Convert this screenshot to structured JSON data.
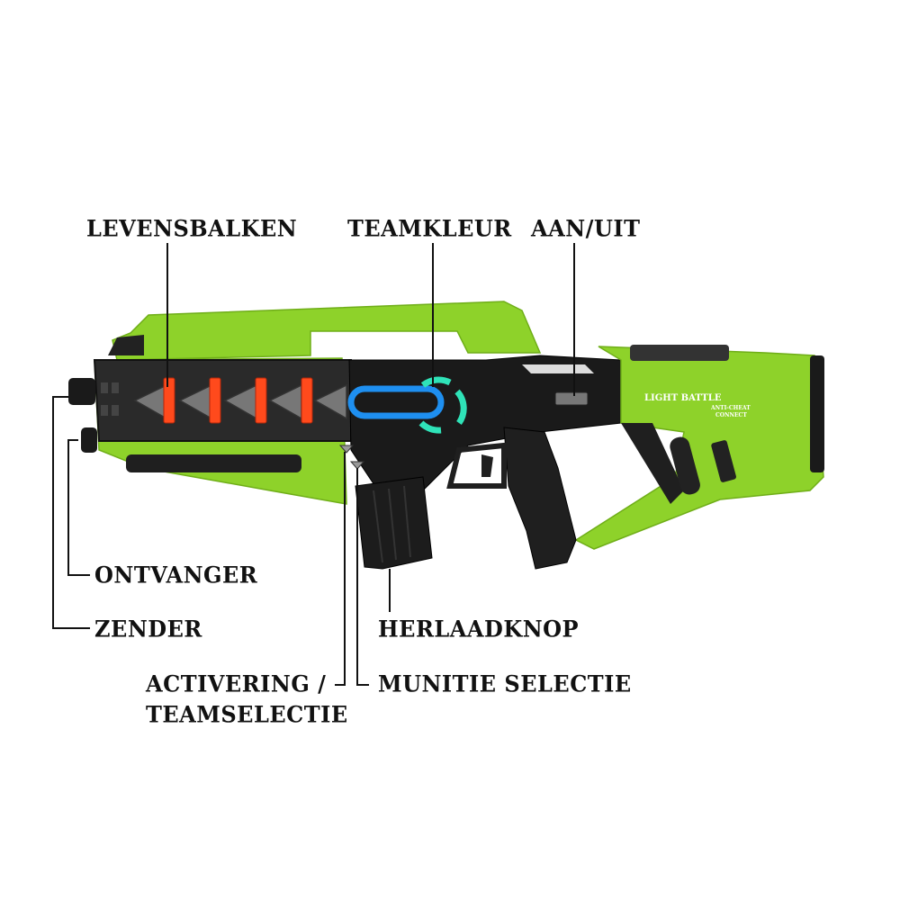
{
  "diagram": {
    "subject": "laser tag gun",
    "colors": {
      "body_green": "#8ed22a",
      "body_black": "#1a1a1a",
      "health_bar_red": "#ff4a1c",
      "team_color_blue": "#1e8ff0",
      "team_ring_teal": "#2fe3b8",
      "label_color": "#111111",
      "background": "#ffffff"
    },
    "gun_markings": {
      "brand": "LIGHT BATTLE",
      "sub_line_1": "ANTI-CHEAT",
      "sub_line_2": "CONNECT"
    },
    "labels": {
      "health_bars": "LEVENSBALKEN",
      "team_color": "TEAMKLEUR",
      "power": "AAN/UIT",
      "receiver": "ONTVANGER",
      "transmitter": "ZENDER",
      "reload_button": "HERLAADKNOP",
      "activation_line1": "ACTIVERING /",
      "activation_line2": "TEAMSELECTIE",
      "ammo_selection": "MUNITIE SELECTIE"
    },
    "health_bar_count": 4
  }
}
